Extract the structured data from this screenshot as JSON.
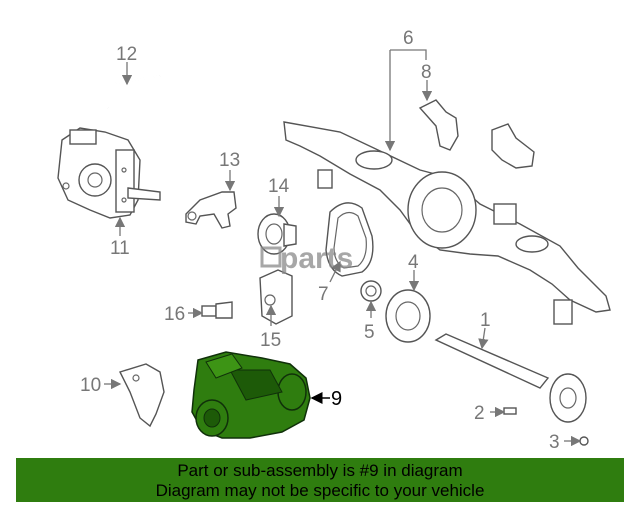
{
  "diagram": {
    "watermark": "parts",
    "highlighted_part": "9",
    "highlight_color": "#2f7d0f",
    "callouts": [
      "1",
      "2",
      "3",
      "4",
      "5",
      "6",
      "7",
      "8",
      "9",
      "10",
      "11",
      "12",
      "13",
      "14",
      "15",
      "16"
    ]
  },
  "footer": {
    "line1": "Part or sub-assembly is #9 in diagram",
    "line2": "Diagram may not be specific to your vehicle",
    "background": "#2f7d0f"
  }
}
